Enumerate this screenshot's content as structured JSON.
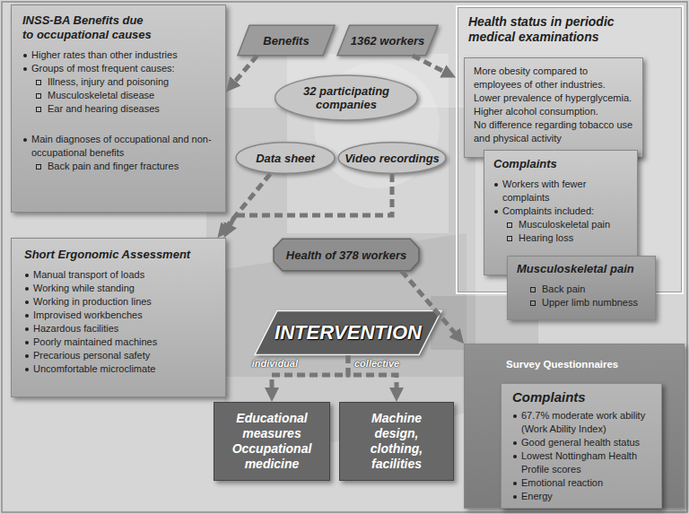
{
  "diagram": {
    "nodes": [
      {
        "text": [
          "INSS-BA Benefits due to occupational causes",
          "Higher rates than other industries",
          "Groups of most frequent causes:",
          "Illness, injury and poisoning",
          "Musculoskeletal disease",
          "Ear and hearing diseases",
          "Main diagnoses of occupational and non-occupational benefits",
          "Back pain and finger fractures"
        ]
      },
      {
        "text": [
          "Benefits"
        ]
      },
      {
        "text": [
          "1362 workers"
        ]
      },
      {
        "text": [
          "Health status in periodic medical examinations"
        ]
      },
      {
        "text": [
          "More obesity compared to employees of other industries.",
          "Lower prevalence of hyperglycemia.",
          "Higher alcohol consumption.",
          "No difference regarding tobacco use and physical activity"
        ],
        "in": 3
      },
      {
        "text": [
          "Complaints",
          "Workers with fewer complaints",
          "Complaints included:",
          "Musculoskeletal pain",
          "Hearing loss"
        ],
        "in": 3
      },
      {
        "text": [
          "Musculoskeletal pain",
          "Back pain",
          "Upper limb numbness"
        ],
        "in": 3
      },
      {
        "text": [
          "32 participating companies"
        ]
      },
      {
        "text": [
          "Data sheet"
        ]
      },
      {
        "text": [
          "Video recordings"
        ]
      },
      {
        "text": [
          "Short Ergonomic Assessment",
          "Manual transport of loads",
          "Working while standing",
          "Working in production lines",
          "Improvised workbenches",
          "Hazardous facilities",
          "Poorly maintained machines",
          "Precarious personal safety",
          "Uncomfortable microclimate"
        ]
      },
      {
        "text": [
          "Health of 378 workers"
        ]
      },
      {
        "text": [
          "INTERVENTION"
        ]
      },
      {
        "text": [
          "Educational measures Occupational medicine"
        ]
      },
      {
        "text": [
          "Machine design, clothing, facilities"
        ]
      },
      {
        "text": [
          "Survey Questionnaires"
        ]
      },
      {
        "text": [
          "Complaints",
          "67.7% moderate work ability (Work Ability Index)",
          "Good general health status",
          "Lowest Nottingham Health Profile scores",
          "Emotional reaction",
          "Energy"
        ],
        "in": 15
      }
    ],
    "edges": [
      {
        "from": 1,
        "to": 0,
        "arrow": "to"
      },
      {
        "from": 2,
        "to": 3,
        "arrow": "to"
      },
      {
        "from": 8,
        "to": 10,
        "arrow": "to"
      },
      {
        "from": 9,
        "to": 10,
        "arrow": "to"
      },
      {
        "from": 11,
        "to": 15,
        "arrow": "to"
      },
      {
        "from": 12,
        "to": 13,
        "label": "individual",
        "arrow": "to"
      },
      {
        "from": 12,
        "to": 14,
        "label": "collective",
        "arrow": "to"
      }
    ]
  }
}
